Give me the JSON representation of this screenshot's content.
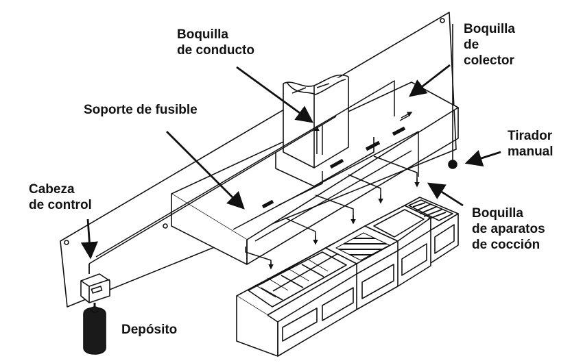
{
  "labels": {
    "duct_nozzle": [
      "Boquilla",
      "de conducto"
    ],
    "plenum_nozzle": [
      "Boquilla",
      "de",
      "colector"
    ],
    "fuse_bracket": [
      "Soporte de fusible"
    ],
    "manual_pull": [
      "Tirador",
      "manual"
    ],
    "control_head": [
      "Cabeza",
      "de control"
    ],
    "appliance_nozzle": [
      "Boquilla",
      "de aparatos",
      "de cocción"
    ],
    "tank": [
      "Depósito"
    ]
  },
  "colors": {
    "ink": "#111111",
    "paper": "#ffffff",
    "dark_fill": "#1a1a1a"
  }
}
